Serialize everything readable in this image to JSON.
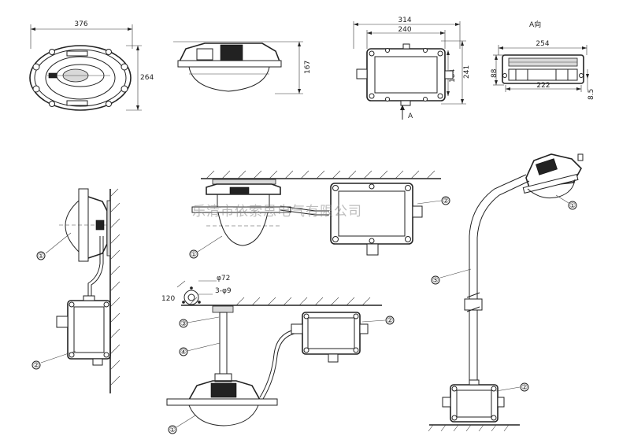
{
  "dimensions": {
    "top_view_width": "376",
    "top_view_height": "264",
    "side_view_height": "167",
    "box_outer_width": "314",
    "box_inner_width": "240",
    "box_height_inner": "184",
    "box_height_outer": "241",
    "view_direction_label": "A向",
    "view_a_width_outer": "254",
    "view_a_width_inner": "222",
    "view_a_height": "88",
    "view_a_depth": "8.5",
    "arrow_a_label": "A",
    "flange_diameter": "φ72",
    "bolt_circle": "120",
    "bolt_holes": "3-φ9"
  },
  "callouts": {
    "c1": "①",
    "c2": "②",
    "c3": "③",
    "c4": "④",
    "c5": "⑤"
  },
  "watermark": "乐清市依索思电气有限公司"
}
